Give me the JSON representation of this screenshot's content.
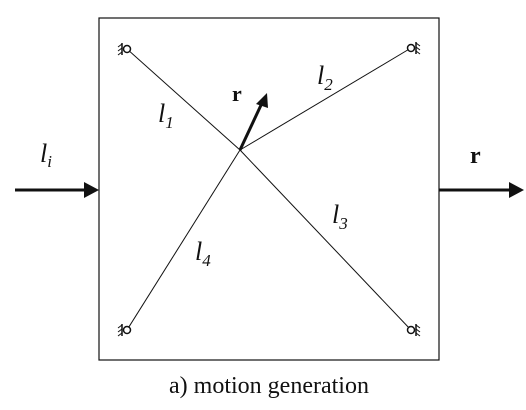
{
  "diagram": {
    "caption": "a) motion generation",
    "input_label_base": "l",
    "input_label_sub": "i",
    "output_label": "r",
    "inner_vector_label": "r",
    "links": [
      {
        "base": "l",
        "sub": "1"
      },
      {
        "base": "l",
        "sub": "2"
      },
      {
        "base": "l",
        "sub": "3"
      },
      {
        "base": "l",
        "sub": "4"
      }
    ]
  },
  "colors": {
    "stroke": "#111111",
    "background": "#ffffff"
  },
  "icons": {
    "pivot": "ground-pivot-icon"
  }
}
